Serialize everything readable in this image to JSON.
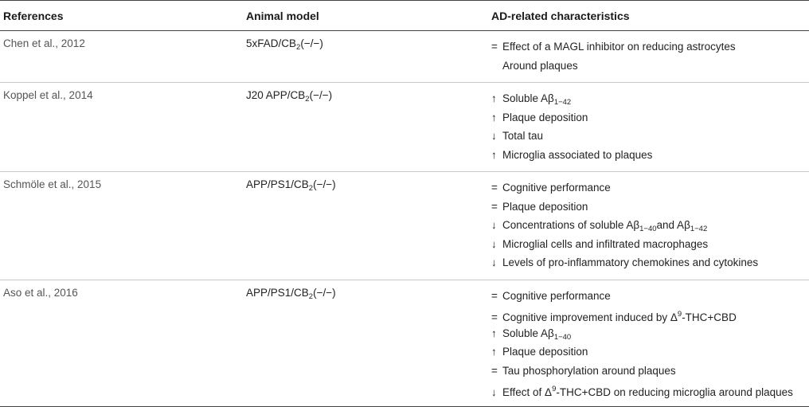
{
  "table": {
    "headers": [
      "References",
      "Animal model",
      "AD-related characteristics"
    ],
    "rows": [
      {
        "reference": "Chen et al., 2012",
        "model_pre": "5xFAD/CB",
        "model_sub": "2",
        "model_post": "(−/−)",
        "lines": [
          {
            "sym": "=",
            "t1": "Effect of a MAGL inhibitor on reducing astrocytes"
          },
          {
            "sym": "",
            "t1": "Around plaques"
          }
        ]
      },
      {
        "reference": "Koppel et al., 2014",
        "model_pre": "J20 APP/CB",
        "model_sub": "2",
        "model_post": "(−/−)",
        "lines": [
          {
            "sym": "↑",
            "t1": "Soluble Aβ",
            "s1": "1−42"
          },
          {
            "sym": "↑",
            "t1": "Plaque deposition"
          },
          {
            "sym": "↓",
            "t1": "Total tau"
          },
          {
            "sym": "↑",
            "t1": "Microglia associated to plaques"
          }
        ]
      },
      {
        "reference": "Schmöle et al., 2015",
        "model_pre": "APP/PS1/CB",
        "model_sub": "2",
        "model_post": "(−/−)",
        "lines": [
          {
            "sym": "=",
            "t1": "Cognitive performance"
          },
          {
            "sym": "=",
            "t1": "Plaque deposition"
          },
          {
            "sym": "↓",
            "t1": "Concentrations of soluble Aβ",
            "s1": "1−40",
            "t2": "and Aβ",
            "s2": "1−42"
          },
          {
            "sym": "↓",
            "t1": "Microglial cells and infiltrated macrophages"
          },
          {
            "sym": "↓",
            "t1": "Levels of pro-inflammatory chemokines and cytokines"
          }
        ]
      },
      {
        "reference": "Aso et al., 2016",
        "model_pre": "APP/PS1/CB",
        "model_sub": "2",
        "model_post": "(−/−)",
        "lines": [
          {
            "sym": "=",
            "t1": "Cognitive performance"
          },
          {
            "sym": "=",
            "t1": "Cognitive improvement induced by Δ",
            "p1": "9",
            "t2": "-THC+CBD"
          },
          {
            "sym": "↑",
            "t1": "Soluble Aβ",
            "s1": "1−40"
          },
          {
            "sym": "↑",
            "t1": "Plaque deposition"
          },
          {
            "sym": "=",
            "t1": "Tau phosphorylation around plaques"
          },
          {
            "sym": "↓",
            "t1": "Effect of Δ",
            "p1": "9",
            "t2": "-THC+CBD on reducing microglia around plaques"
          }
        ]
      }
    ]
  }
}
